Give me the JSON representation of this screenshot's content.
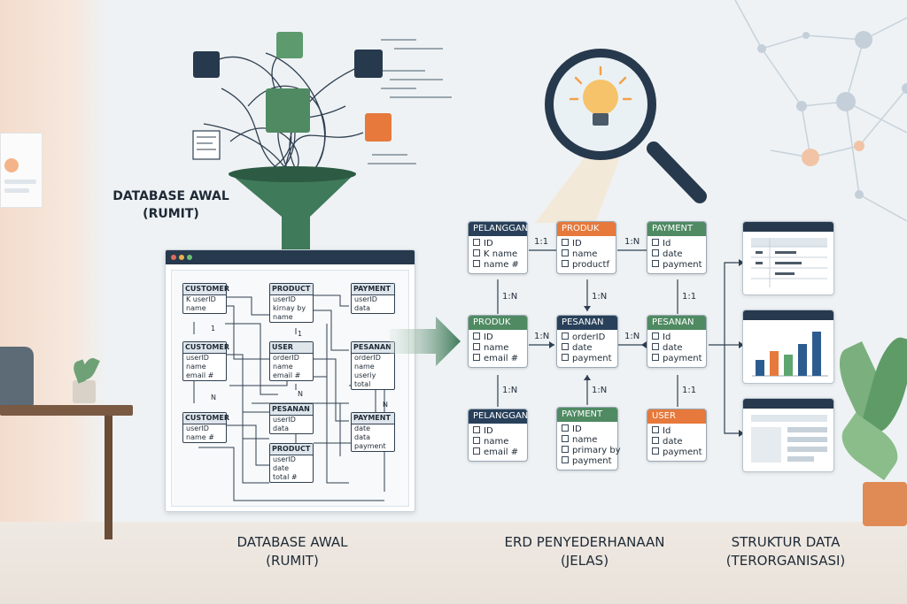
{
  "sections": {
    "left_title": [
      "DATABASE AWAL",
      "(RUMIT)"
    ],
    "left_caption": [
      "DATABASE AWAL",
      "(RUMIT)"
    ],
    "middle_caption": [
      "ERD PENYEDERHANAAN",
      "(JELAS)"
    ],
    "right_caption": [
      "STRUKTUR DATA",
      "(TERORGANISASI)"
    ]
  },
  "messy_tables": [
    {
      "title": "CUSTOMER",
      "rows": [
        "K userID",
        "name"
      ]
    },
    {
      "title": "PRODUCT",
      "rows": [
        "userID",
        "kirnay by",
        "name"
      ]
    },
    {
      "title": "PAYMENT",
      "rows": [
        "userID",
        "data"
      ]
    },
    {
      "title": "CUSTOMER",
      "rows": [
        "userID",
        "name",
        "email #"
      ]
    },
    {
      "title": "USER",
      "rows": [
        "orderID",
        "name",
        "email #"
      ]
    },
    {
      "title": "PESANAN",
      "rows": [
        "orderID",
        "name",
        "useriy",
        "total"
      ]
    },
    {
      "title": "CUSTOMER",
      "rows": [
        "userID",
        "name #"
      ]
    },
    {
      "title": "PESANAN",
      "rows": [
        "userID",
        "data"
      ]
    },
    {
      "title": "PAYMENT",
      "rows": [
        "date",
        "data",
        "payment"
      ]
    },
    {
      "title": "PRODUCT",
      "rows": [
        "userID",
        "date",
        "total #"
      ]
    }
  ],
  "messy_marks": [
    "1",
    "N",
    "1",
    "N",
    "N"
  ],
  "erd_entities": [
    {
      "title": "PELANGGAN",
      "rows": [
        "ID",
        "K name",
        "name #"
      ],
      "color": "#28405a"
    },
    {
      "title": "PRODUK",
      "rows": [
        "ID",
        "name",
        "productf"
      ],
      "color": "#e6793b"
    },
    {
      "title": "PAYMENT",
      "rows": [
        "Id",
        "date",
        "payment"
      ],
      "color": "#4f8a62"
    },
    {
      "title": "PRODUK",
      "rows": [
        "ID",
        "name",
        "email #"
      ],
      "color": "#4f8a62"
    },
    {
      "title": "PESANAN",
      "rows": [
        "orderID",
        "date",
        "payment"
      ],
      "color": "#28405a"
    },
    {
      "title": "PESANAN",
      "rows": [
        "Id",
        "date",
        "payment"
      ],
      "color": "#4f8a62"
    },
    {
      "title": "PELANGGAN",
      "rows": [
        "ID",
        "name",
        "email #"
      ],
      "color": "#28405a"
    },
    {
      "title": "PAYMENT",
      "rows": [
        "ID",
        "name",
        "primary by",
        "payment"
      ],
      "color": "#4f8a62"
    },
    {
      "title": "USER",
      "rows": [
        "Id",
        "date",
        "payment"
      ],
      "color": "#e6793b"
    }
  ],
  "erd_relations": [
    "1:1",
    "1:N",
    "1:N",
    "1:N",
    "1:1",
    "1:N",
    "1:N",
    "1:N",
    "1:N",
    "1:1"
  ],
  "icons": [
    "cube-icon",
    "funnel-icon",
    "arrow-right-icon",
    "magnifier-icon",
    "lightbulb-icon",
    "table-card-icon",
    "bar-chart-icon",
    "layout-card-icon"
  ],
  "colors": {
    "navy": "#28405a",
    "orange": "#e6793b",
    "green": "#4f8a62",
    "bar_blue": "#2c5c8f",
    "bar_orange": "#e6793b",
    "bar_green": "#5fa56f"
  }
}
